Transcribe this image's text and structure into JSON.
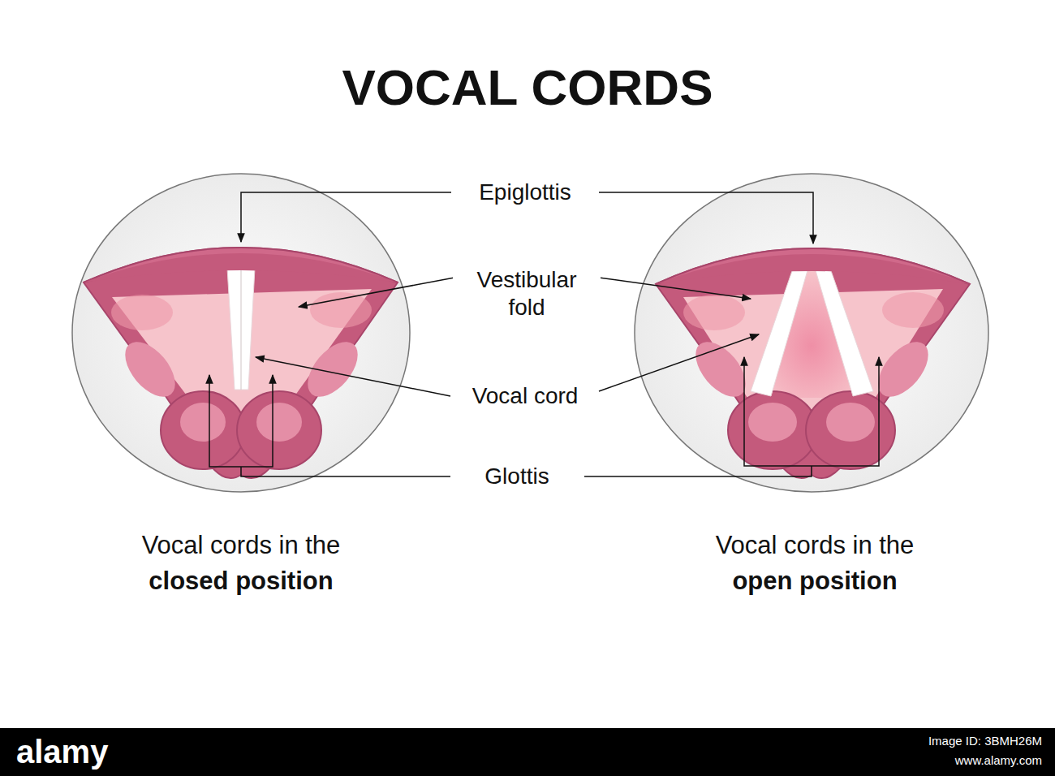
{
  "diagram": {
    "title": "VOCAL CORDS",
    "labels": [
      "Epiglottis",
      "Vestibular fold",
      "Vocal cord",
      "Glottis",
      "Vocal cords in the",
      "closed position",
      "Vocal cords in the",
      "open position",
      "alamy",
      "Image ID: 3BMH26M",
      "www.alamy.com"
    ]
  }
}
